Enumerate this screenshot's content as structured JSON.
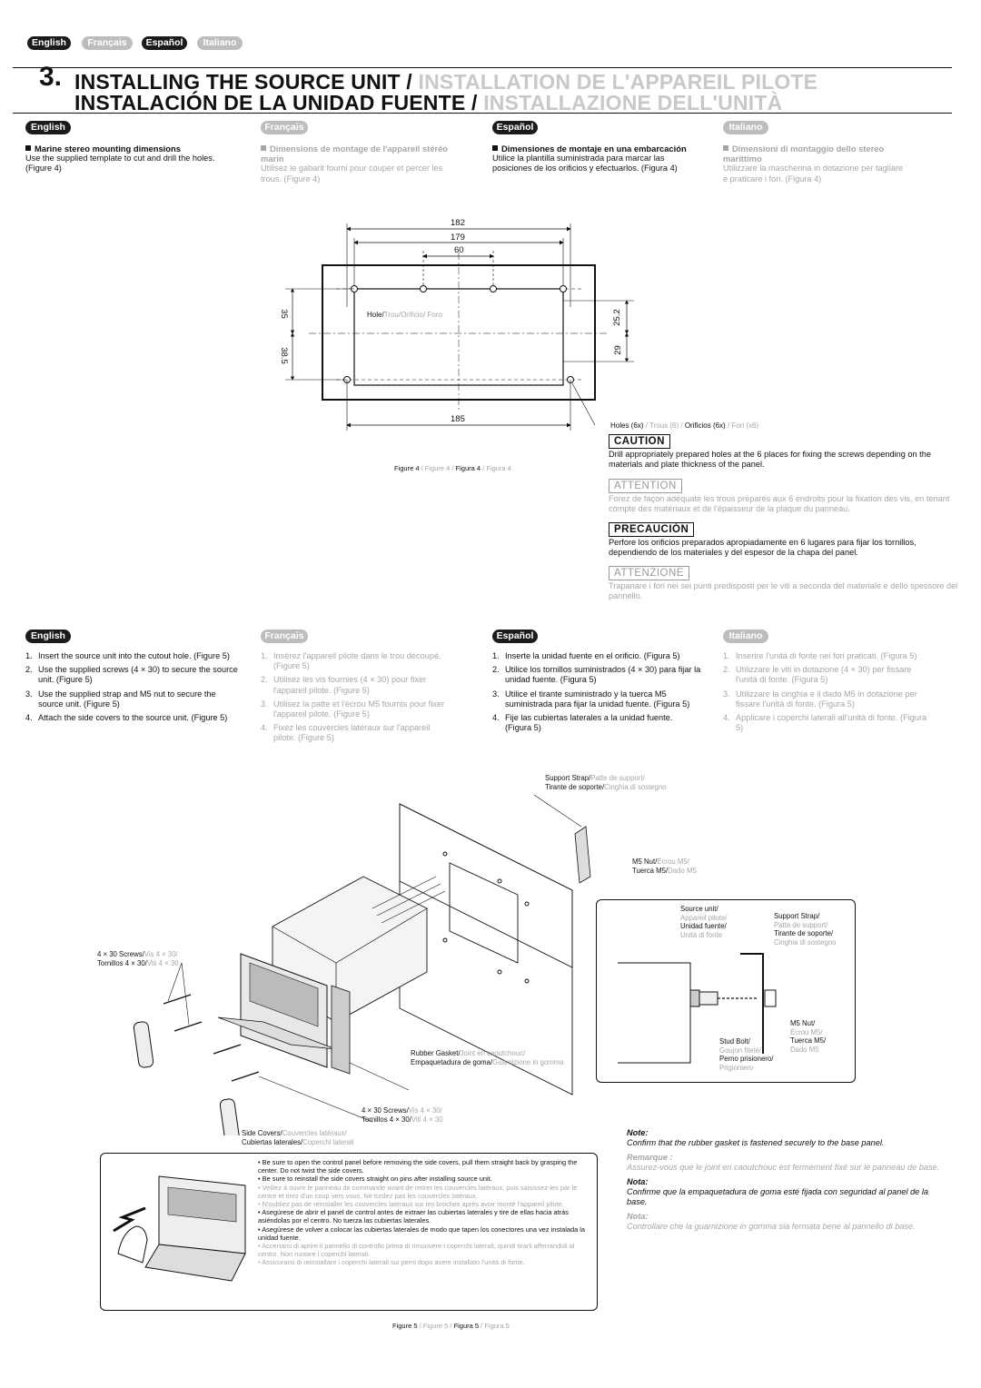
{
  "lang_tabs": {
    "en": "English",
    "fr": "Français",
    "es": "Español",
    "it": "Italiano"
  },
  "title": {
    "number": "3.",
    "line1_en": "INSTALLING THE SOURCE UNIT /",
    "line1_fr": "INSTALLATION DE L'APPAREIL PILOTE",
    "line2_es": "INSTALACIÓN DE LA UNIDAD FUENTE /",
    "line2_it": "INSTALLAZIONE DELL'UNITÀ"
  },
  "dims_section": {
    "en": {
      "tab": "English",
      "heading": "Marine stereo mounting dimensions",
      "body": "Use the supplied template to cut and drill the holes. (Figure 4)"
    },
    "fr": {
      "tab": "Français",
      "heading": "Dimensions de montage de l'appareil stéréo marin",
      "body": "Utilisez le gabarit fourni pour couper et percer les trous. (Figure 4)"
    },
    "es": {
      "tab": "Español",
      "heading": "Dimensiones de montaje en una embarcación",
      "body": "Utilice la plantilla suministrada para marcar las posiciones de los orificios y efectuarlos. (Figura 4)"
    },
    "it": {
      "tab": "Italiano",
      "heading": "Dimensioni di montaggio dello stereo marittimo",
      "body": "Utilizzare la mascherina in dotazione per tagliare e praticare i fori. (Figura 4)"
    }
  },
  "figure4": {
    "dims": {
      "d182": "182",
      "d179": "179",
      "d60": "60",
      "d35": "35",
      "d385": "38.5",
      "d252": "25.2",
      "d29": "29",
      "d185": "185"
    },
    "hole_label_en": "Hole/",
    "hole_label_rest": "Trou/Orificio/ Foro",
    "holes_en": "Holes (6x)",
    "holes_fr": "/ Trous (6) /",
    "holes_es": "Orificios (6x)",
    "holes_it": "/ Fori (x6)",
    "caption_en": "Figure 4",
    "caption_fr": "/ Figure 4 /",
    "caption_es": "Figura 4",
    "caption_it": "/ Figura 4"
  },
  "cautions": [
    {
      "label": "CAUTION",
      "text": "Drill appropriately prepared holes at the 6 places for fixing the screws depending on the materials and plate thickness of the panel.",
      "gray": false
    },
    {
      "label": "ATTENTION",
      "text": "Forez de façon adéquate les trous préparés aux 6 endroits pour la fixation des vis, en tenant compte des matériaux et de l'épaisseur de la plaque du panneau.",
      "gray": true
    },
    {
      "label": "PRECAUCIÓN",
      "text": "Perfore los orificios preparados apropiadamente en 6 lugares para fijar los tornillos, dependiendo de los materiales y del espesor de la chapa del panel.",
      "gray": false
    },
    {
      "label": "ATTENZIONE",
      "text": "Trapanare i fori nei sei punti predisposti per le viti a seconda del materiale e dello spessore del pannello.",
      "gray": true
    }
  ],
  "steps": {
    "en": {
      "tab": "English",
      "items": [
        "Insert the source unit into the cutout hole. (Figure 5)",
        "Use the supplied screws (4 × 30) to secure the source unit. (Figure 5)",
        "Use the supplied strap and M5 nut to secure the source unit. (Figure 5)",
        "Attach the side covers to the source unit. (Figure 5)"
      ]
    },
    "fr": {
      "tab": "Français",
      "items": [
        "Insérez l'appareil pilote dans le trou découpé. (Figure 5)",
        "Utilisez les vis fournies (4 × 30) pour fixer l'appareil pilote. (Figure 5)",
        "Utilisez la patte et l'écrou M5 fournis pour fixer l'appareil pilote. (Figure 5)",
        "Fixez les couvercles latéraux sur l'appareil pilote. (Figure 5)"
      ]
    },
    "es": {
      "tab": "Español",
      "items": [
        "Inserte la unidad fuente en el orificio. (Figura 5)",
        "Utilice los tornillos suministrados (4 × 30) para fijar la unidad fuente. (Figura 5)",
        "Utilice el tirante suministrado y la tuerca M5 suministrada para fijar la unidad fuente. (Figura 5)",
        "Fije las cubiertas laterales a la unidad fuente. (Figura 5)"
      ]
    },
    "it": {
      "tab": "Italiano",
      "items": [
        "Inserire l'unità di fonte nei fori praticati. (Figura 5)",
        "Utilizzare le viti in dotazione (4 × 30) per fissare l'unità di fonte. (Figura 5)",
        "Utilizzare la cinghia e il dado M5 in dotazione per fissare l'unità di fonte. (Figura 5)",
        "Applicare i coperchi laterali all'unità di fonte. (Figura 5)"
      ]
    }
  },
  "figure5": {
    "support_strap_1": "Support Strap/",
    "support_strap_1g": "Patte de support/",
    "support_strap_2": "Tirante de soporte/",
    "support_strap_2g": "Cinghia di sostegno",
    "m5nut_1": "M5 Nut/",
    "m5nut_1g": "Écrou M5/",
    "m5nut_2": "Tuerca M5/",
    "m5nut_2g": "Dado M5",
    "screws_1": "4 × 30 Screws/",
    "screws_1g": "Vis 4 × 30/",
    "screws_2": "Tornillos 4 × 30/",
    "screws_2g": "Viti 4 × 30",
    "gasket_1": "Rubber Gasket/",
    "gasket_1g": "Joint en caoutchouc/",
    "gasket_2": "Empaquetadura de goma/",
    "gasket_2g": "Guarnizione in gomma",
    "side_1": "Side Covers/",
    "side_1g": "Couvercles latéraux/",
    "side_2": "Cubiertas laterales/",
    "side_2g": "Coperchi laterali",
    "detail": {
      "source_1": "Source unit/",
      "source_1g": "Appareil pilote/",
      "source_2": "Unidad fuente/",
      "source_2g": "Unità di fonte",
      "strap_1": "Support Strap/",
      "strap_1g": "Patte de support/",
      "strap_2": "Tirante de soporte/",
      "strap_2g": "Cinghia di sostegno",
      "nut_1": "M5 Nut/",
      "nut_1g": "Écrou M5/",
      "nut_2": "Tuerca M5/",
      "nut_2g": "Dado M5",
      "stud_1": "Stud Bolt/",
      "stud_1g": "Goujon fileté/",
      "stud_2": "Perno prisionero/",
      "stud_2g": "Prigioniero"
    },
    "caption_en": "Figure 5",
    "caption_fr": "/ Figure 5 /",
    "caption_es": "Figura 5",
    "caption_it": "/ Figura 5"
  },
  "notes": [
    {
      "label": "Note:",
      "text": "Confirm that the rubber gasket is fastened securely to the base panel.",
      "gray": false
    },
    {
      "label": "Remarque :",
      "text": "Assurez-vous que le joint en caoutchouc est fermement fixé sur le panneau de base.",
      "gray": true
    },
    {
      "label": "Nota:",
      "text": "Confirme que la empaquetadura de goma esté fijada con seguridad al panel de la base.",
      "gray": false
    },
    {
      "label": "Nota:",
      "text": "Controllare che la guarnizione in gomma sia fermata bene al pannello di base.",
      "gray": true
    }
  ],
  "bullets": [
    {
      "text": "Be sure to open the control panel before removing the side covers, pull them straight back by grasping the center. Do not twist the side covers.",
      "gray": false
    },
    {
      "text": "Be sure to reinstall the side covers straight on pins after installing source unit.",
      "gray": false
    },
    {
      "text": "Veillez à ouvrir le panneau de commande avant de retirer les couvercles latéraux, puis saisissez-les par le centre et tirez d'un coup vers vous. Ne tordez pas les couvercles latéraux.",
      "gray": true
    },
    {
      "text": "N'oubliez pas de réinstaller les couvercles latéraux sur les broches après avoir monté l'appareil pilote.",
      "gray": true
    },
    {
      "text": "Asegúrese de abrir el panel de control antes de extraer las cubiertas laterales y tire de ellas hacia atrás asiéndolas por el centro. No tuerza las cubiertas laterales.",
      "gray": false
    },
    {
      "text": "Asegúrese de volver a colocar las cubiertas laterales de modo que tapen los conectores una vez instalada la unidad fuente.",
      "gray": false
    },
    {
      "text": "Accertarsi di aprire il pannello di controllo prima di rimuovere i coperchi laterali, quindi tirarli afferrandoli al centro. Non ruotare i coperchi laterali.",
      "gray": true
    },
    {
      "text": "Assicurarsi di reinstallare i coperchi laterali sui perni dopo avere installato l'unità di fonte.",
      "gray": true
    }
  ]
}
